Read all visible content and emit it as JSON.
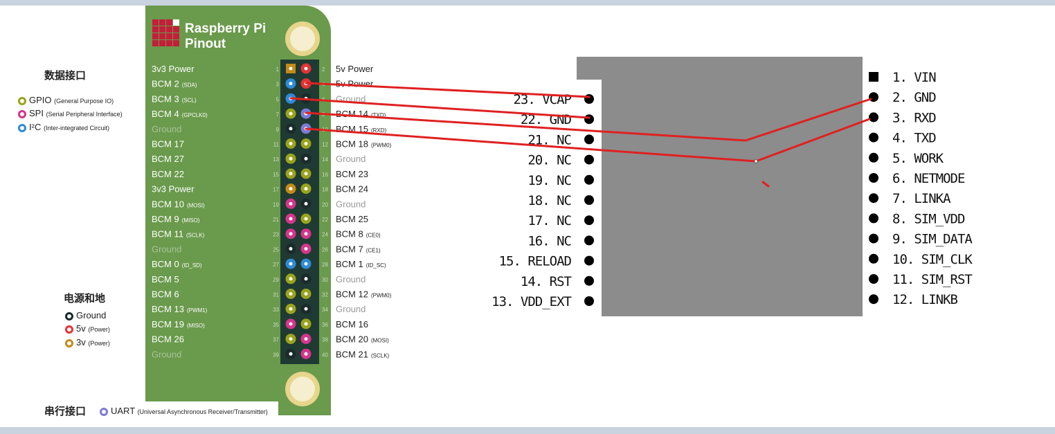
{
  "colors": {
    "board_green": "#6a9a4c",
    "header_dark": "#1f3a33",
    "gpio": "#9aa31c",
    "spi": "#d6358b",
    "i2c": "#2e8bd6",
    "ground": "#1b2a2a",
    "power5v": "#e23434",
    "power3v": "#c48b16",
    "uart": "#7c7cd6",
    "wire": "#e02020",
    "module_grey": "#8c8c8c"
  },
  "pinout": {
    "title_line1": "Raspberry Pi",
    "title_line2": "Pinout",
    "left_labels": [
      {
        "n": 1,
        "label": "3v3 Power",
        "sub": "",
        "type": "power3v"
      },
      {
        "n": 3,
        "label": "BCM 2",
        "sub": "(SDA)",
        "type": "i2c"
      },
      {
        "n": 5,
        "label": "BCM 3",
        "sub": "(SCL)",
        "type": "i2c"
      },
      {
        "n": 7,
        "label": "BCM 4",
        "sub": "(GPCLK0)",
        "type": "gpio"
      },
      {
        "n": 9,
        "label": "Ground",
        "sub": "",
        "type": "ground"
      },
      {
        "n": 11,
        "label": "BCM 17",
        "sub": "",
        "type": "gpio"
      },
      {
        "n": 13,
        "label": "BCM 27",
        "sub": "",
        "type": "gpio"
      },
      {
        "n": 15,
        "label": "BCM 22",
        "sub": "",
        "type": "gpio"
      },
      {
        "n": 17,
        "label": "3v3 Power",
        "sub": "",
        "type": "power3v"
      },
      {
        "n": 19,
        "label": "BCM 10",
        "sub": "(MOSI)",
        "type": "spi"
      },
      {
        "n": 21,
        "label": "BCM 9",
        "sub": "(MISO)",
        "type": "spi"
      },
      {
        "n": 23,
        "label": "BCM 11",
        "sub": "(SCLK)",
        "type": "spi"
      },
      {
        "n": 25,
        "label": "Ground",
        "sub": "",
        "type": "ground"
      },
      {
        "n": 27,
        "label": "BCM 0",
        "sub": "(ID_SD)",
        "type": "i2c"
      },
      {
        "n": 29,
        "label": "BCM 5",
        "sub": "",
        "type": "gpio"
      },
      {
        "n": 31,
        "label": "BCM 6",
        "sub": "",
        "type": "gpio"
      },
      {
        "n": 33,
        "label": "BCM 13",
        "sub": "(PWM1)",
        "type": "gpio"
      },
      {
        "n": 35,
        "label": "BCM 19",
        "sub": "(MISO)",
        "type": "spi"
      },
      {
        "n": 37,
        "label": "BCM 26",
        "sub": "",
        "type": "gpio"
      },
      {
        "n": 39,
        "label": "Ground",
        "sub": "",
        "type": "ground"
      }
    ],
    "right_labels": [
      {
        "n": 2,
        "label": "5v Power",
        "sub": "",
        "type": "power5v"
      },
      {
        "n": 4,
        "label": "5v Power",
        "sub": "",
        "type": "power5v"
      },
      {
        "n": 6,
        "label": "Ground",
        "sub": "",
        "type": "ground"
      },
      {
        "n": 8,
        "label": "BCM 14",
        "sub": "(TXD)",
        "type": "uart"
      },
      {
        "n": 10,
        "label": "BCM 15",
        "sub": "(RXD)",
        "type": "uart"
      },
      {
        "n": 12,
        "label": "BCM 18",
        "sub": "(PWM0)",
        "type": "gpio"
      },
      {
        "n": 14,
        "label": "Ground",
        "sub": "",
        "type": "ground"
      },
      {
        "n": 16,
        "label": "BCM 23",
        "sub": "",
        "type": "gpio"
      },
      {
        "n": 18,
        "label": "BCM 24",
        "sub": "",
        "type": "gpio"
      },
      {
        "n": 20,
        "label": "Ground",
        "sub": "",
        "type": "ground"
      },
      {
        "n": 22,
        "label": "BCM 25",
        "sub": "",
        "type": "gpio"
      },
      {
        "n": 24,
        "label": "BCM 8",
        "sub": "(CE0)",
        "type": "spi"
      },
      {
        "n": 26,
        "label": "BCM 7",
        "sub": "(CE1)",
        "type": "spi"
      },
      {
        "n": 28,
        "label": "BCM 1",
        "sub": "(ID_SC)",
        "type": "i2c"
      },
      {
        "n": 30,
        "label": "Ground",
        "sub": "",
        "type": "ground"
      },
      {
        "n": 32,
        "label": "BCM 12",
        "sub": "(PWM0)",
        "type": "gpio"
      },
      {
        "n": 34,
        "label": "Ground",
        "sub": "",
        "type": "ground"
      },
      {
        "n": 36,
        "label": "BCM 16",
        "sub": "",
        "type": "gpio"
      },
      {
        "n": 38,
        "label": "BCM 20",
        "sub": "(MOSI)",
        "type": "spi"
      },
      {
        "n": 40,
        "label": "BCM 21",
        "sub": "(SCLK)",
        "type": "spi"
      }
    ]
  },
  "legend": {
    "data_title": "数据接口",
    "gpio_label": "GPIO",
    "gpio_sub": "(General Purpose IO)",
    "spi_label": "SPI",
    "spi_sub": "(Serial Peripheral Interface)",
    "i2c_label": "I²C",
    "i2c_sub": "(Inter-integrated Circuit)",
    "power_title": "电源和地",
    "ground_label": "Ground",
    "v5_label": "5v",
    "v5_sub": "(Power)",
    "v3_label": "3v",
    "v3_sub": "(Power)",
    "serial_title": "串行接口",
    "uart_label": "UART",
    "uart_sub": "(Universal Asynchronous Receiver/Transmitter)"
  },
  "module": {
    "left_pins": [
      "23. VCAP",
      "22. GND",
      "21. NC",
      "20. NC",
      "19. NC",
      "18. NC",
      "17. NC",
      "16. NC",
      "15. RELOAD",
      "14. RST",
      "13. VDD_EXT"
    ],
    "right_pins": [
      "1. VIN",
      "2. GND",
      "3. RXD",
      "4. TXD",
      "5. WORK",
      "6. NETMODE",
      "7. LINKA",
      "8. SIM_VDD",
      "9. SIM_DATA",
      "10. SIM_CLK",
      "11. SIM_RST",
      "12. LINKB"
    ]
  }
}
